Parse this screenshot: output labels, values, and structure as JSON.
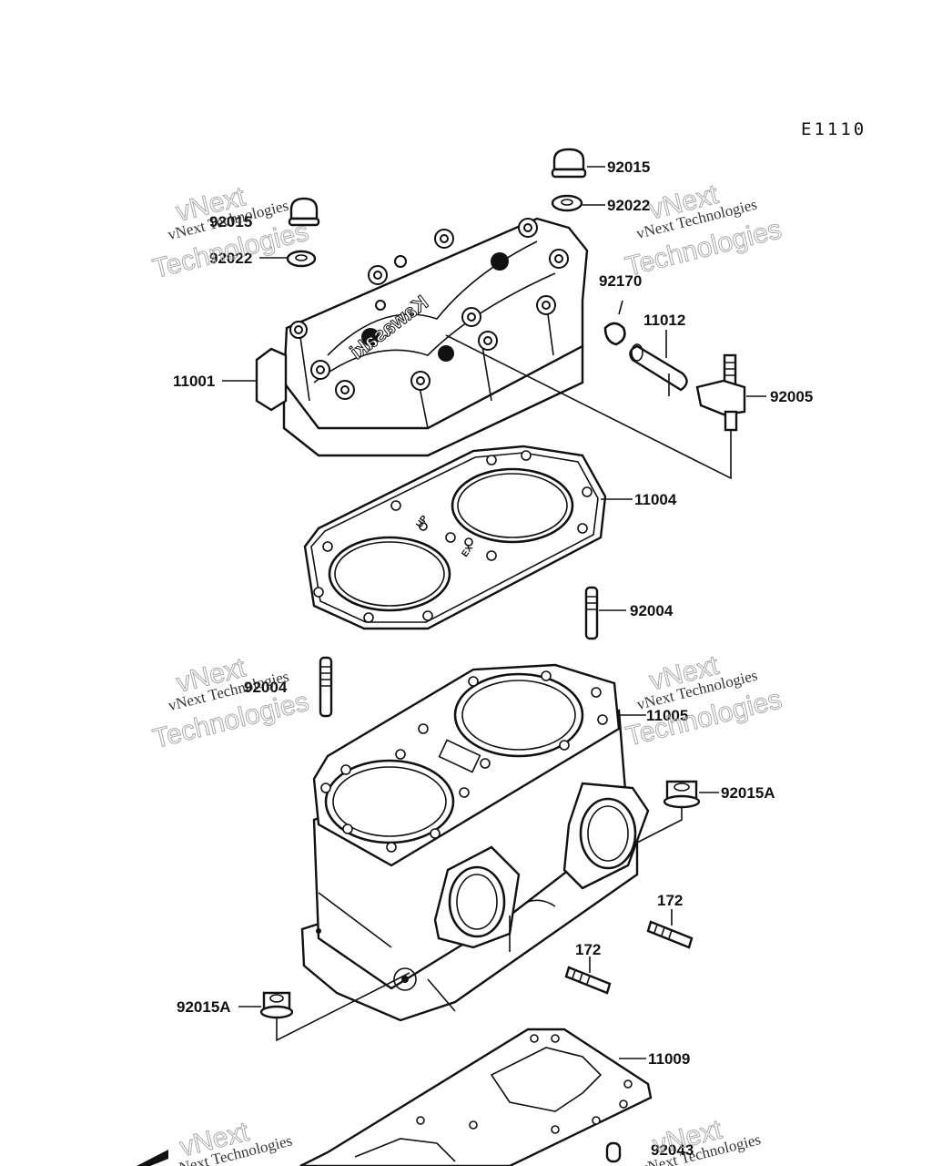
{
  "diagram": {
    "code": "E1110",
    "labels": {
      "l92015_top": "92015",
      "l92022_top": "92022",
      "l92015_left": "92015",
      "l92022_left": "92022",
      "l92170": "92170",
      "l11012": "11012",
      "l11001": "11001",
      "l92005": "92005",
      "l11004": "11004",
      "l92004_right": "92004",
      "l92004_left": "92004",
      "l11005": "11005",
      "l92015A_right": "92015A",
      "l172_a": "172",
      "l172_b": "172",
      "l92015A_left": "92015A",
      "l11009": "11009",
      "l92043": "92043"
    },
    "head_logo": "Kawasaki",
    "gasket_marks": {
      "up": "UP",
      "ex": "EX"
    },
    "watermark": {
      "line1": "vNext Technologies",
      "line2": "vNext",
      "line3": "Technologies"
    }
  }
}
